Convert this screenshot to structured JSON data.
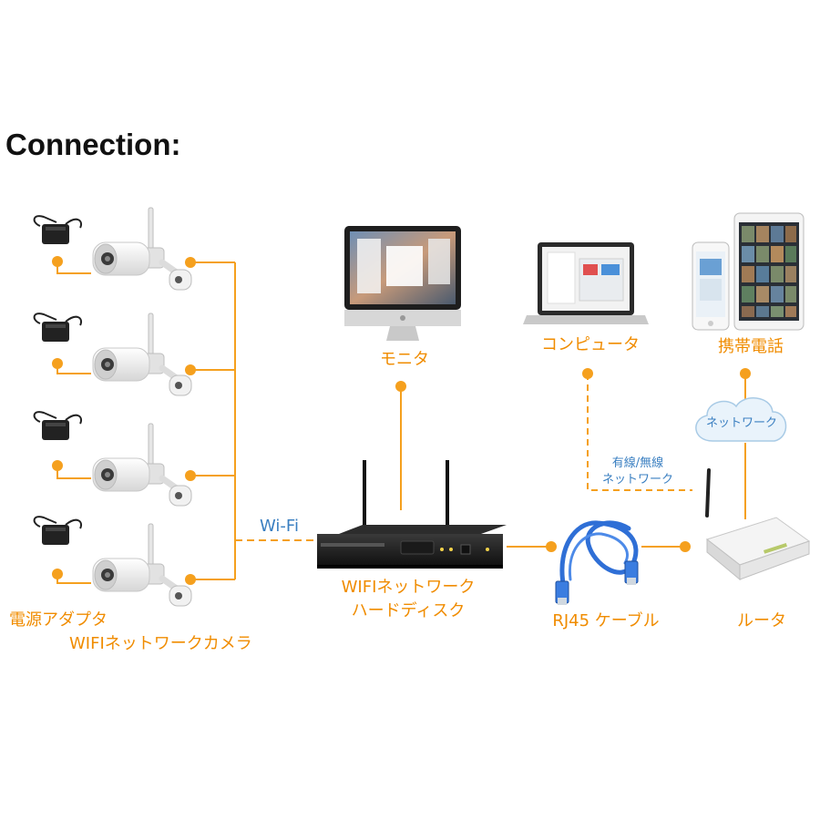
{
  "title": "Connection:",
  "labels": {
    "monitor": "モニタ",
    "computer": "コンピュータ",
    "mobile": "携帯電話",
    "network_cloud": "ネットワーク",
    "wired_wireless_line1": "有線/無線",
    "wired_wireless_line2": "ネットワーク",
    "wifi": "Wi-Fi",
    "nvr_line1": "WIFIネットワーク",
    "nvr_line2": "ハードディスク",
    "cable": "RJ45 ケーブル",
    "router": "ルータ",
    "power_adapter": "電源アダプタ",
    "camera": "WIFIネットワークカメラ"
  },
  "colors": {
    "connector": "#f5a01e",
    "label_orange": "#f08c00",
    "network_blue": "#3a7fc1",
    "device_dark": "#1c1c1c",
    "cable_blue": "#2f6fd6"
  },
  "icons": {
    "adapter": "power-adapter-icon",
    "camera": "bullet-camera-icon",
    "monitor": "monitor-icon",
    "laptop": "laptop-icon",
    "phone": "smartphone-icon",
    "tablet": "tablet-icon",
    "nvr": "nvr-recorder-icon",
    "cable": "rj45-cable-icon",
    "router": "router-icon",
    "cloud": "cloud-icon"
  }
}
